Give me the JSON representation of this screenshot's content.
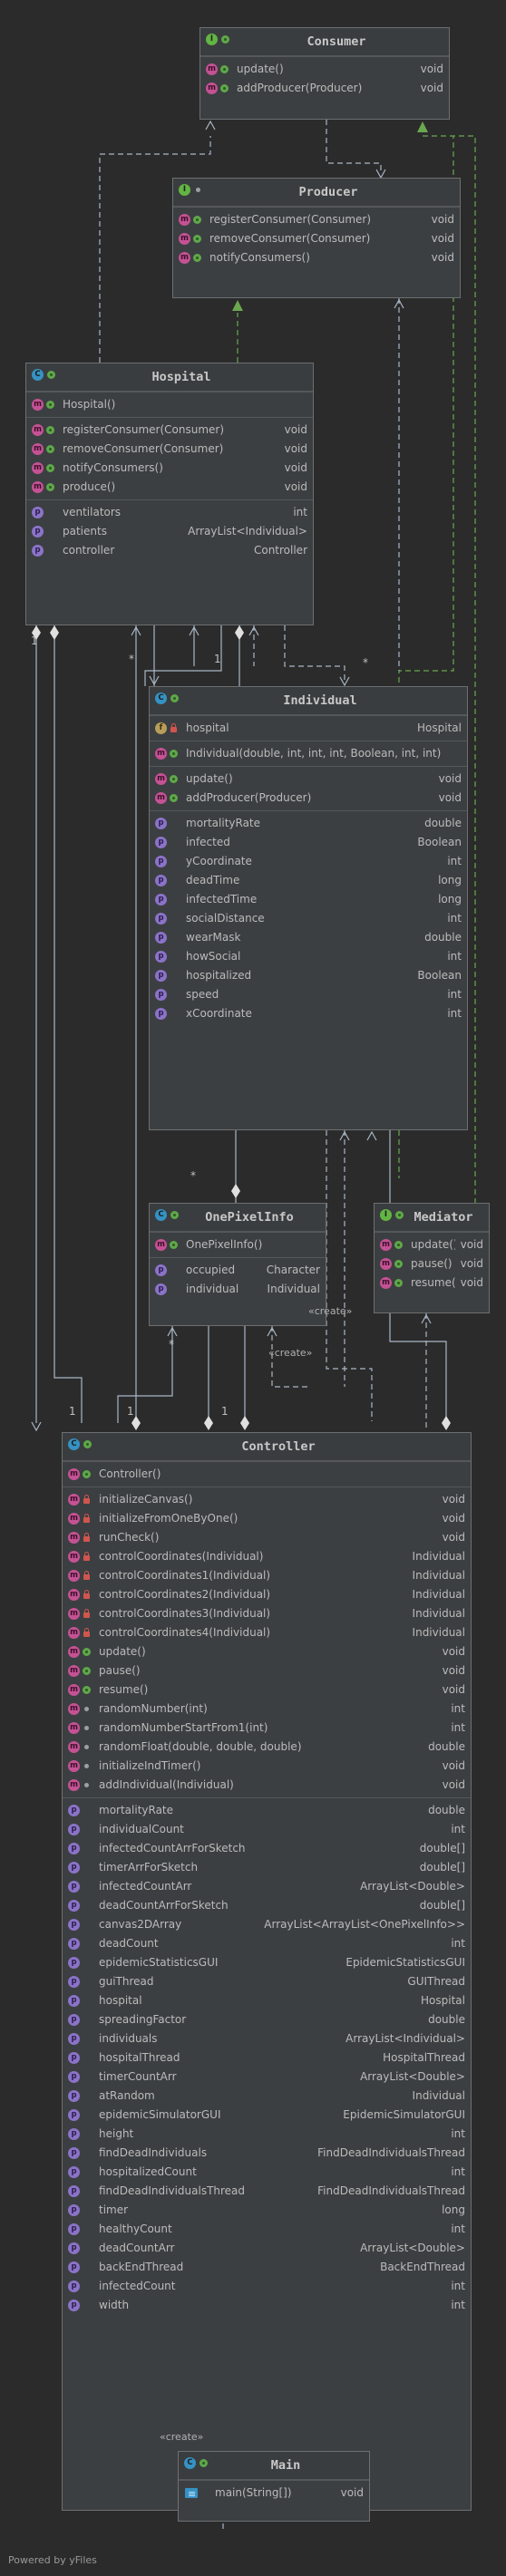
{
  "classes": {
    "consumer": {
      "name": "Consumer",
      "kind": "interface",
      "methods": [
        {
          "name": "update()",
          "type": "void"
        },
        {
          "name": "addProducer(Producer)",
          "type": "void"
        }
      ]
    },
    "producer": {
      "name": "Producer",
      "kind": "interface",
      "methods": [
        {
          "name": "registerConsumer(Consumer)",
          "type": "void"
        },
        {
          "name": "removeConsumer(Consumer)",
          "type": "void"
        },
        {
          "name": "notifyConsumers()",
          "type": "void"
        }
      ]
    },
    "hospital": {
      "name": "Hospital",
      "kind": "class",
      "constructors": [
        {
          "name": "Hospital()",
          "type": ""
        }
      ],
      "methods": [
        {
          "name": "registerConsumer(Consumer)",
          "type": "void"
        },
        {
          "name": "removeConsumer(Consumer)",
          "type": "void"
        },
        {
          "name": "notifyConsumers()",
          "type": "void"
        },
        {
          "name": "produce()",
          "type": "void"
        }
      ],
      "properties": [
        {
          "name": "ventilators",
          "type": "int"
        },
        {
          "name": "patients",
          "type": "ArrayList<Individual>"
        },
        {
          "name": "controller",
          "type": "Controller"
        }
      ]
    },
    "individual": {
      "name": "Individual",
      "kind": "class",
      "fields": [
        {
          "name": "hospital",
          "type": "Hospital"
        }
      ],
      "constructors": [
        {
          "name": "Individual(double, int, int, int, Boolean, int, int)",
          "type": ""
        }
      ],
      "methods": [
        {
          "name": "update()",
          "type": "void"
        },
        {
          "name": "addProducer(Producer)",
          "type": "void"
        }
      ],
      "properties": [
        {
          "name": "mortalityRate",
          "type": "double"
        },
        {
          "name": "infected",
          "type": "Boolean"
        },
        {
          "name": "yCoordinate",
          "type": "int"
        },
        {
          "name": "deadTime",
          "type": "long"
        },
        {
          "name": "infectedTime",
          "type": "long"
        },
        {
          "name": "socialDistance",
          "type": "int"
        },
        {
          "name": "wearMask",
          "type": "double"
        },
        {
          "name": "howSocial",
          "type": "int"
        },
        {
          "name": "hospitalized",
          "type": "Boolean"
        },
        {
          "name": "speed",
          "type": "int"
        },
        {
          "name": "xCoordinate",
          "type": "int"
        }
      ]
    },
    "onepixelinfo": {
      "name": "OnePixelInfo",
      "kind": "class",
      "constructors": [
        {
          "name": "OnePixelInfo()",
          "type": ""
        }
      ],
      "properties": [
        {
          "name": "occupied",
          "type": "Character"
        },
        {
          "name": "individual",
          "type": "Individual"
        }
      ]
    },
    "mediator": {
      "name": "Mediator",
      "kind": "interface",
      "methods": [
        {
          "name": "update()",
          "type": "void"
        },
        {
          "name": "pause()",
          "type": "void"
        },
        {
          "name": "resume()",
          "type": "void"
        }
      ]
    },
    "controller": {
      "name": "Controller",
      "kind": "class",
      "constructors": [
        {
          "name": "Controller()",
          "type": ""
        }
      ],
      "methods": [
        {
          "name": "initializeCanvas()",
          "type": "void",
          "vis": "prv"
        },
        {
          "name": "initializeFromOneByOne()",
          "type": "void",
          "vis": "prv"
        },
        {
          "name": "runCheck()",
          "type": "void",
          "vis": "prv"
        },
        {
          "name": "controlCoordinates(Individual)",
          "type": "Individual",
          "vis": "prv"
        },
        {
          "name": "controlCoordinates1(Individual)",
          "type": "Individual",
          "vis": "prv"
        },
        {
          "name": "controlCoordinates2(Individual)",
          "type": "Individual",
          "vis": "prv"
        },
        {
          "name": "controlCoordinates3(Individual)",
          "type": "Individual",
          "vis": "prv"
        },
        {
          "name": "controlCoordinates4(Individual)",
          "type": "Individual",
          "vis": "prv"
        },
        {
          "name": "update()",
          "type": "void",
          "vis": "pub"
        },
        {
          "name": "pause()",
          "type": "void",
          "vis": "pub"
        },
        {
          "name": "resume()",
          "type": "void",
          "vis": "pub"
        },
        {
          "name": "randomNumber(int)",
          "type": "int",
          "vis": "pkg"
        },
        {
          "name": "randomNumberStartFrom1(int)",
          "type": "int",
          "vis": "pkg"
        },
        {
          "name": "randomFloat(double, double, double)",
          "type": "double",
          "vis": "pkg"
        },
        {
          "name": "initializeIndTimer()",
          "type": "void",
          "vis": "pkg"
        },
        {
          "name": "addIndividual(Individual)",
          "type": "void",
          "vis": "pkg"
        }
      ],
      "properties": [
        {
          "name": "mortalityRate",
          "type": "double"
        },
        {
          "name": "individualCount",
          "type": "int"
        },
        {
          "name": "infectedCountArrForSketch",
          "type": "double[]"
        },
        {
          "name": "timerArrForSketch",
          "type": "double[]"
        },
        {
          "name": "infectedCountArr",
          "type": "ArrayList<Double>"
        },
        {
          "name": "deadCountArrForSketch",
          "type": "double[]"
        },
        {
          "name": "canvas2DArray",
          "type": "ArrayList<ArrayList<OnePixelInfo>>"
        },
        {
          "name": "deadCount",
          "type": "int"
        },
        {
          "name": "epidemicStatisticsGUI",
          "type": "EpidemicStatisticsGUI"
        },
        {
          "name": "guiThread",
          "type": "GUIThread"
        },
        {
          "name": "hospital",
          "type": "Hospital"
        },
        {
          "name": "spreadingFactor",
          "type": "double"
        },
        {
          "name": "individuals",
          "type": "ArrayList<Individual>"
        },
        {
          "name": "hospitalThread",
          "type": "HospitalThread"
        },
        {
          "name": "timerCountArr",
          "type": "ArrayList<Double>"
        },
        {
          "name": "atRandom",
          "type": "Individual"
        },
        {
          "name": "epidemicSimulatorGUI",
          "type": "EpidemicSimulatorGUI"
        },
        {
          "name": "height",
          "type": "int"
        },
        {
          "name": "findDeadIndividuals",
          "type": "FindDeadIndividualsThread"
        },
        {
          "name": "hospitalizedCount",
          "type": "int"
        },
        {
          "name": "findDeadIndividualsThread",
          "type": "FindDeadIndividualsThread"
        },
        {
          "name": "timer",
          "type": "long"
        },
        {
          "name": "healthyCount",
          "type": "int"
        },
        {
          "name": "deadCountArr",
          "type": "ArrayList<Double>"
        },
        {
          "name": "backEndThread",
          "type": "BackEndThread"
        },
        {
          "name": "infectedCount",
          "type": "int"
        },
        {
          "name": "width",
          "type": "int"
        }
      ]
    },
    "main": {
      "name": "Main",
      "kind": "class",
      "methods": [
        {
          "name": "main(String[])",
          "type": "void"
        }
      ]
    }
  },
  "edge_labels": {
    "create1": "«create»",
    "create2": "«create»",
    "create3": "«create»"
  },
  "multiplicity": {
    "one": "1",
    "many": "*"
  },
  "colors": {
    "background": "#2b2b2b",
    "box": "#3c3f41",
    "edge": "#a9b7c6",
    "realization": "#6aa84f"
  },
  "footer": "Powered by yFiles"
}
